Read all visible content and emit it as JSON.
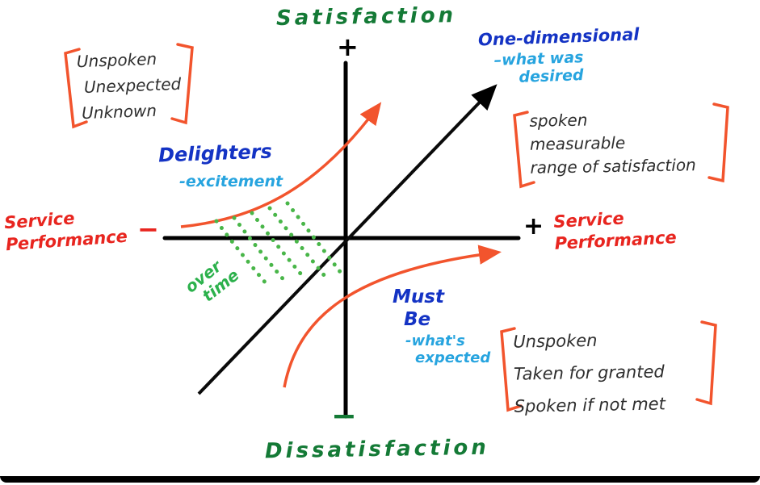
{
  "colors": {
    "axis_black": "#000000",
    "satisfaction_green": "#147a36",
    "service_red": "#e8251f",
    "category_blue": "#1433c4",
    "subtitle_cyan": "#27a4df",
    "curve_orange": "#f2542d",
    "over_time_green": "#2cb14c",
    "note_ink": "#2e2e2e"
  },
  "axes": {
    "satisfaction": "Satisfaction",
    "satisfaction_plus": "+",
    "dissatisfaction": "Dissatisfaction",
    "dissatisfaction_minus": "−",
    "left_service_line1": "Service",
    "left_service_line2": "Performance",
    "left_minus": "−",
    "right_plus": "+",
    "right_service_line1": "Service",
    "right_service_line2": "Performance"
  },
  "curves": {
    "one_dimensional": {
      "label": "One-dimensional",
      "sub_line1": "–what was",
      "sub_line2": "desired"
    },
    "delighters": {
      "label": "Delighters",
      "sub": "-excitement"
    },
    "must_be": {
      "label_line1": "Must",
      "label_line2": "Be",
      "sub_line1": "-what's",
      "sub_line2": "expected"
    },
    "over_time_line1": "over",
    "over_time_line2": "time"
  },
  "notes": {
    "delighters_note": [
      "Unspoken",
      "Unexpected",
      "Unknown"
    ],
    "one_dimensional_note": [
      "spoken",
      "measurable",
      "range of satisfaction"
    ],
    "must_be_note": [
      "Unspoken",
      "Taken for granted",
      "Spoken if not met"
    ]
  }
}
